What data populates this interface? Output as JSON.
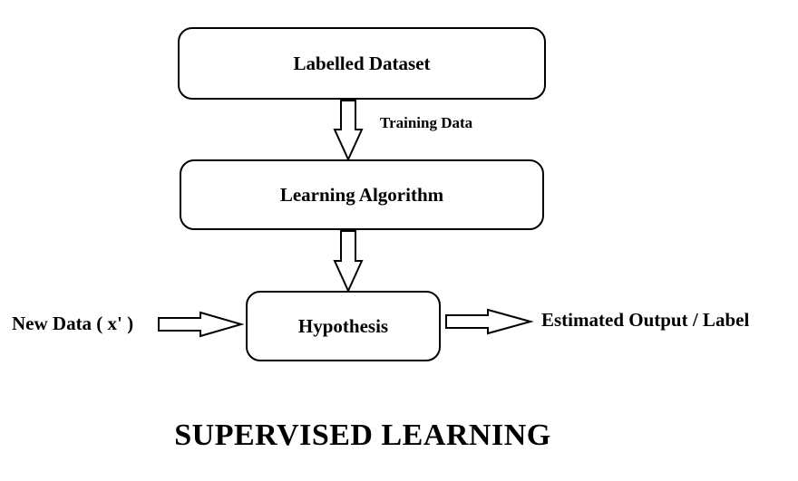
{
  "nodes": {
    "labelled_dataset": "Labelled Dataset",
    "learning_algorithm": "Learning Algorithm",
    "hypothesis": "Hypothesis"
  },
  "edges": {
    "training_data": "Training Data",
    "new_data": "New Data ( x' )",
    "estimated_output": "Estimated Output / Label"
  },
  "title": "SUPERVISED LEARNING",
  "colors": {
    "stroke": "#000000",
    "fill": "#ffffff",
    "text": "#000000"
  }
}
